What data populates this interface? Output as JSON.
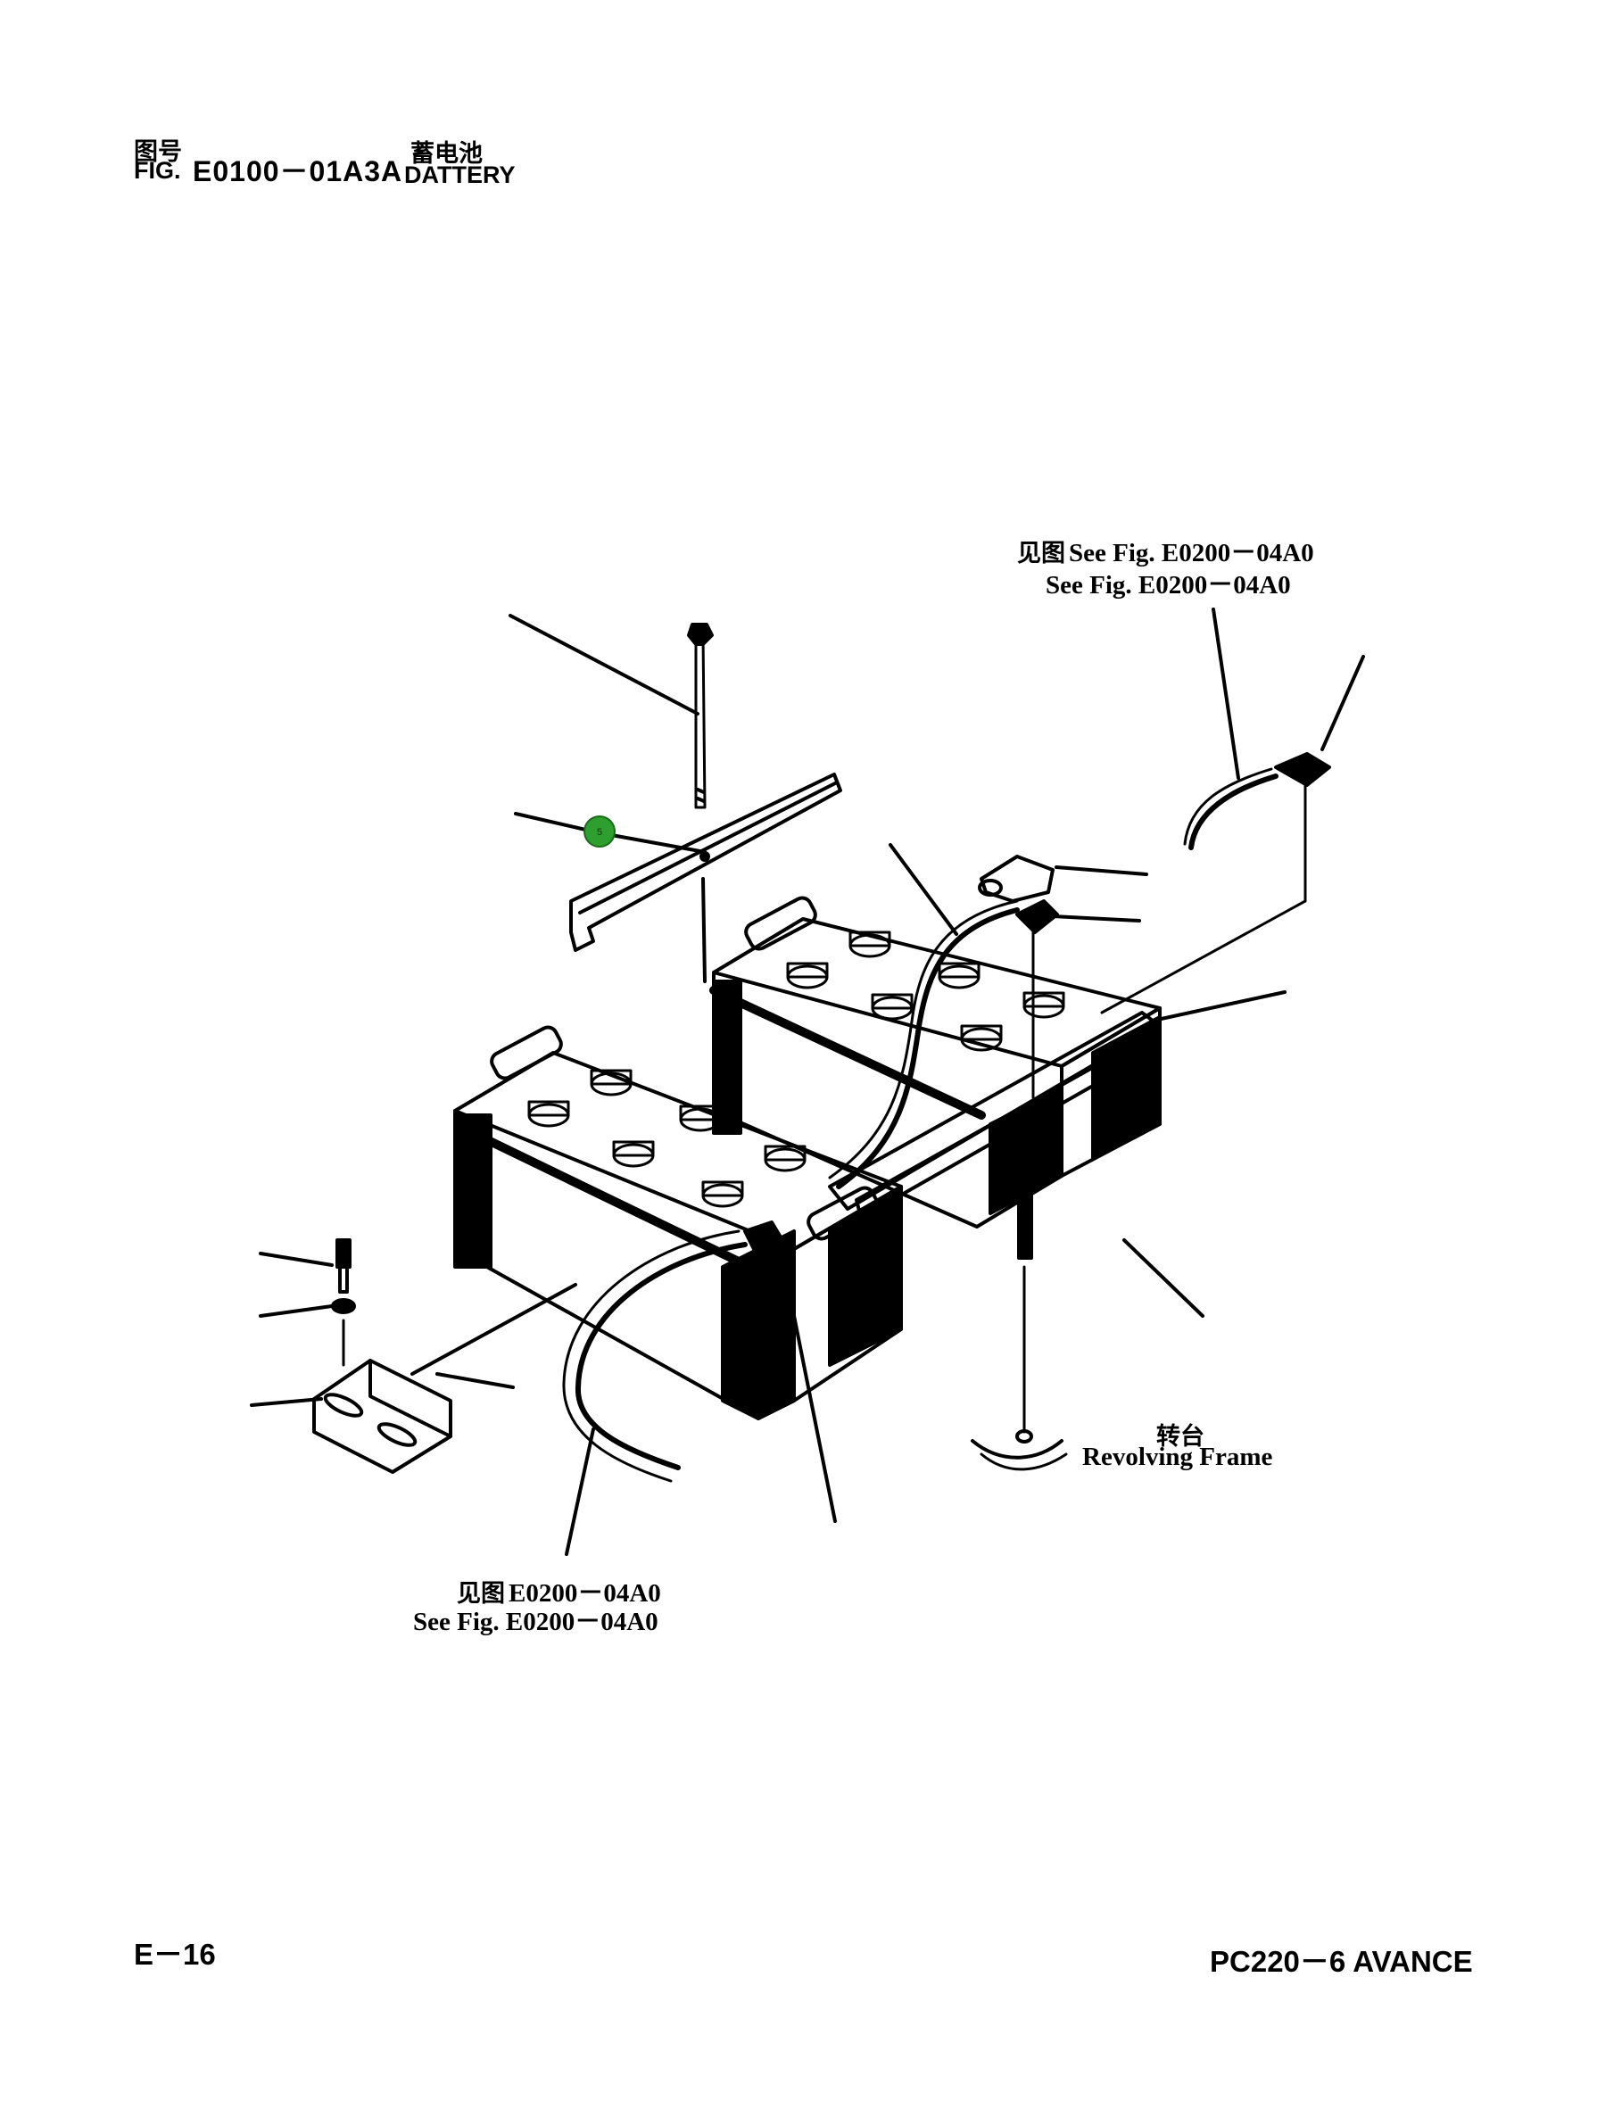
{
  "header": {
    "fig_label_cn": "图号",
    "fig_label_en": "FIG.",
    "fig_number": "E0100－01A3A",
    "title_cn": "蓄电池",
    "title_en": "DATTERY"
  },
  "references": {
    "top_right_line1_cn": "见图",
    "top_right_line1_en": "See Fig. E0200－04A0",
    "top_right_line2": "See Fig. E0200－04A0",
    "bottom_line1_cn": "见图",
    "bottom_line1_en": "E0200－04A0",
    "bottom_line2": "See Fig. E0200－04A0"
  },
  "labels": {
    "frame_cn": "转台",
    "frame_en": "Revolving Frame"
  },
  "callouts": [
    {
      "number": "5",
      "color": "#2e9e2e"
    }
  ],
  "footer": {
    "page": "E－16",
    "model": "PC220－6 AVANCE"
  }
}
